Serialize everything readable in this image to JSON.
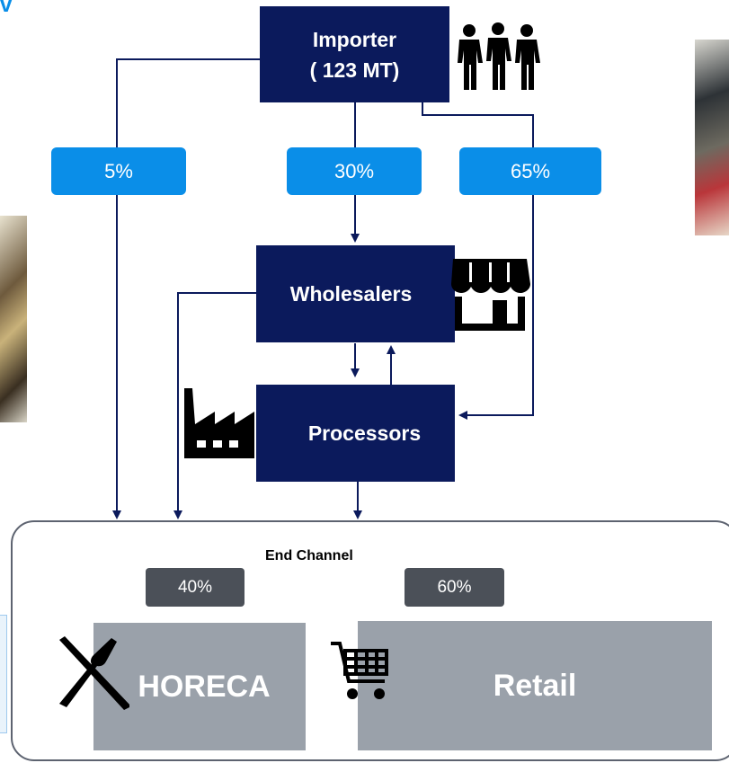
{
  "header_mark": "v",
  "importer": {
    "title": "Importer",
    "volume": "( 123 MT)"
  },
  "shares": {
    "left": "5%",
    "middle": "30%",
    "right": "65%"
  },
  "wholesalers": "Wholesalers",
  "processors": "Processors",
  "end_channel": {
    "title": "End Channel",
    "horeca_share": "40%",
    "retail_share": "60%",
    "horeca": "HORECA",
    "retail": "Retail"
  },
  "colors": {
    "navy": "#0b1a5c",
    "share_blue": "#0a8ee8",
    "dark_grey": "#4b5058",
    "channel_grey": "#9aa1aa",
    "arrow": "#0b1a5c"
  },
  "icons": {
    "importer": "people-group-icon",
    "wholesalers": "storefront-icon",
    "processors": "factory-icon",
    "horeca": "fork-knife-icon",
    "retail": "shopping-cart-icon"
  }
}
